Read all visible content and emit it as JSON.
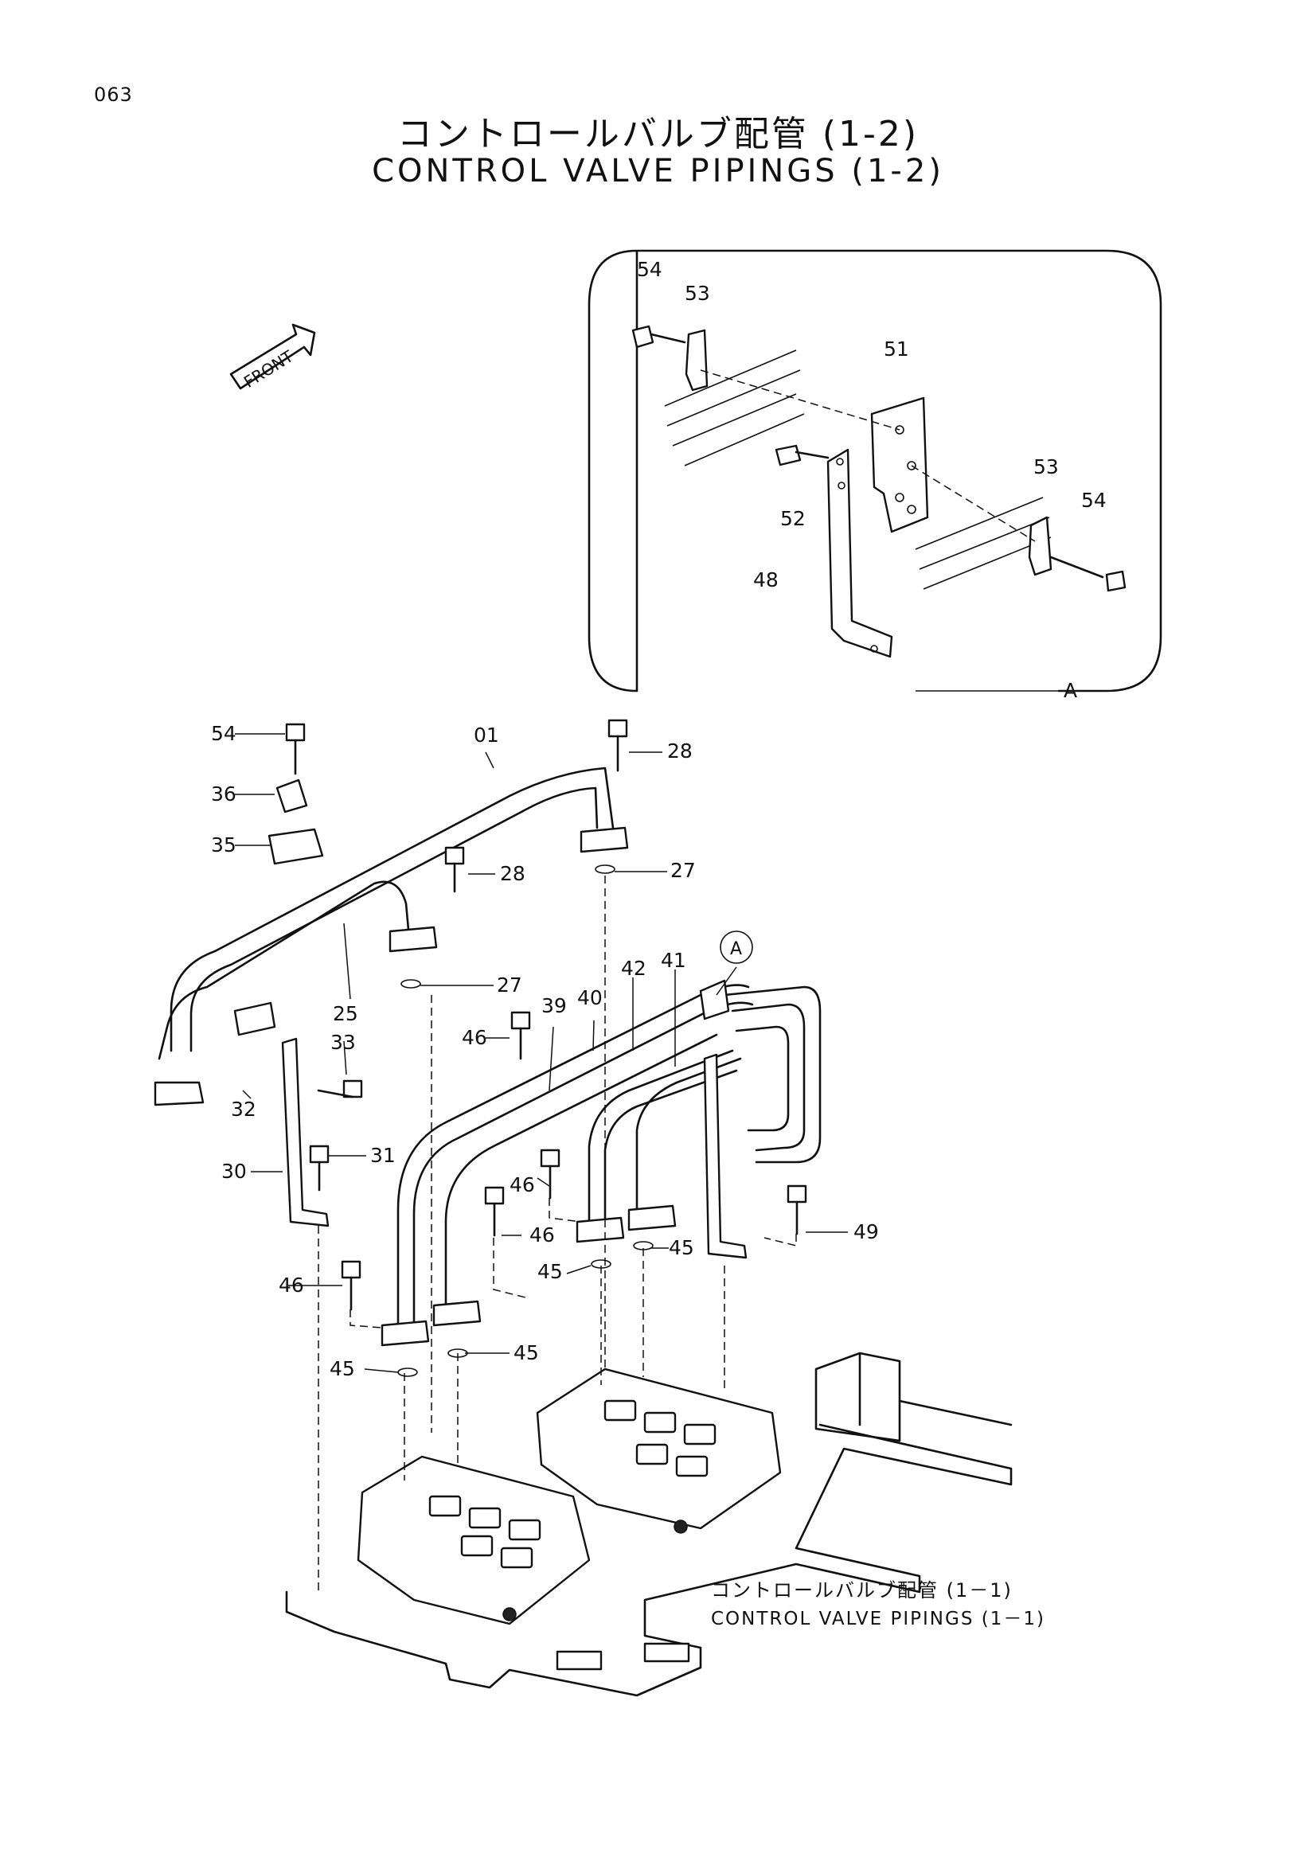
{
  "page_number": "063",
  "title": {
    "jp": "コントロールバルブ配管 (1-2)",
    "en": "CONTROL VALVE PIPINGS (1-2)"
  },
  "front_label": "FRONT",
  "detail_view_label": "A",
  "reference": {
    "jp": "コントロールバルブ配管 (1－1)",
    "en": "CONTROL VALVE PIPINGS (1－1)"
  },
  "callouts": {
    "detail": [
      "54",
      "53",
      "51",
      "52",
      "53",
      "54",
      "48"
    ],
    "main": [
      "54",
      "01",
      "28",
      "36",
      "35",
      "28",
      "27",
      "27",
      "25",
      "A",
      "41",
      "42",
      "40",
      "39",
      "46",
      "33",
      "32",
      "31",
      "30",
      "46",
      "46",
      "45",
      "45",
      "49",
      "46",
      "45",
      "45"
    ]
  }
}
